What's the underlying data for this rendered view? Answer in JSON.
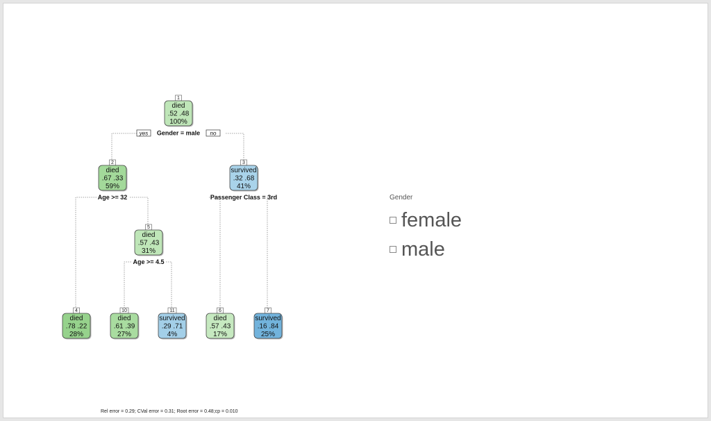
{
  "tree": {
    "nodes": [
      {
        "id": "1",
        "label": "died",
        "probs": ".52  .48",
        "pct": "100%",
        "color": "#bfe6b8"
      },
      {
        "id": "2",
        "label": "died",
        "probs": ".67  .33",
        "pct": "59%",
        "color": "#a3d99a"
      },
      {
        "id": "3",
        "label": "survived",
        "probs": ".32  .68",
        "pct": "41%",
        "color": "#a9d3ea"
      },
      {
        "id": "5",
        "label": "died",
        "probs": ".57  .43",
        "pct": "31%",
        "color": "#bfe6b8"
      },
      {
        "id": "4",
        "label": "died",
        "probs": ".78  .22",
        "pct": "28%",
        "color": "#96d28c"
      },
      {
        "id": "10",
        "label": "died",
        "probs": ".61  .39",
        "pct": "27%",
        "color": "#a9dca0"
      },
      {
        "id": "11",
        "label": "survived",
        "probs": ".29  .71",
        "pct": "4%",
        "color": "#a3cfe8"
      },
      {
        "id": "6",
        "label": "died",
        "probs": ".57  .43",
        "pct": "17%",
        "color": "#c6e9c0"
      },
      {
        "id": "7",
        "label": "survived",
        "probs": ".16  .84",
        "pct": "25%",
        "color": "#72b3dc"
      }
    ],
    "splits": {
      "root": "Gender = male",
      "node2": "Age >= 32",
      "node3": "Passenger Class = 3rd",
      "node5": "Age >= 4.5"
    },
    "branch_yes": "yes",
    "branch_no": "no",
    "footer": "Rel error  =  0.29; CVal error  =  0.31; Root error  =  0.48;cp  =  0.010"
  },
  "legend": {
    "title": "Gender",
    "items": [
      {
        "label": "female",
        "color": "#ffffff"
      },
      {
        "label": "male",
        "color": "#ffffff"
      }
    ]
  }
}
